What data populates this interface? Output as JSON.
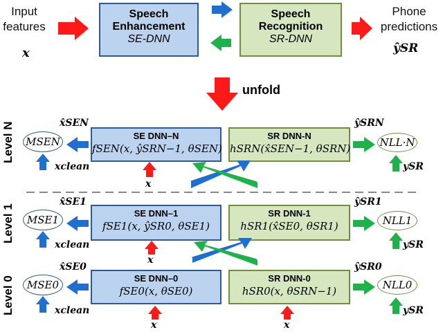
{
  "top": {
    "input_line1": "Input",
    "input_line2": "features",
    "input_var": "x",
    "se_title_line1": "Speech",
    "se_title_line2": "Enhancement",
    "se_sub": "SE-DNN",
    "sr_title_line1": "Speech",
    "sr_title_line2": "Recognition",
    "sr_sub": "SR-DNN",
    "output_line1": "Phone",
    "output_line2": "predictions",
    "output_var": "ŷSR"
  },
  "unfold_label": "unfold",
  "levels": [
    {
      "level_label": "Level N",
      "se_title": "SE DNN–N",
      "se_func": "fSEN(x, ŷSRN−1, θSEN)",
      "sr_title": "SR DNN-N",
      "sr_func": "hSRN(x̂SEN−1, θSRN)",
      "mse": "MSEN",
      "nll": "NLL·N",
      "xhat": "x̂SEN",
      "yhat": "ŷSRN",
      "xclean": "xclean",
      "ysr": "ySR",
      "x_below": "x"
    },
    {
      "level_label": "Level 1",
      "se_title": "SE DNN–1",
      "se_func": "fSE1(x, ŷSR0, θSE1)",
      "sr_title": "SR DNN-1",
      "sr_func": "hSR1(x̂SE0, θSR1)",
      "mse": "MSE1",
      "nll": "NLL1",
      "xhat": "x̂SE1",
      "yhat": "ŷSR1",
      "xclean": "xclean",
      "ysr": "ySR",
      "x_below": "x"
    },
    {
      "level_label": "Level 0",
      "se_title": "SE DNN–0",
      "se_func": "fSE0(x, θSE0)",
      "sr_title": "SR DNN-0",
      "sr_func": "hSR0(x, θSRN−1)",
      "mse": "MSE0",
      "nll": "NLL0",
      "xhat": "x̂SE0",
      "yhat": "ŷSR0",
      "xclean": "xclean",
      "ysr": "ySR",
      "x_below": "x",
      "x_below_sr": "x"
    }
  ],
  "colors": {
    "red": "#ff1a1a",
    "blue": "#1f6fd1",
    "green": "#1fb24a",
    "se_fill": "#bcd3ef",
    "sr_fill": "#d6e7bf"
  }
}
